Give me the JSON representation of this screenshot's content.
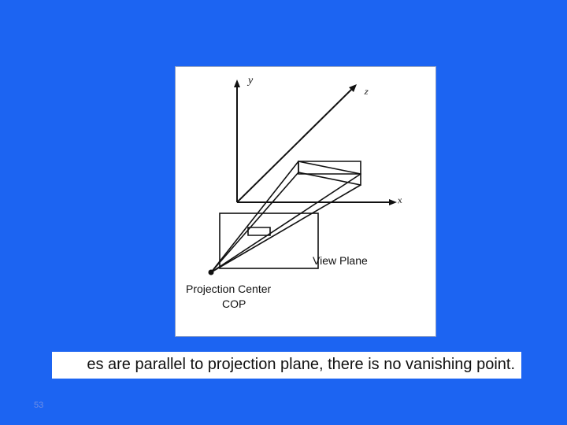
{
  "figure": {
    "axis_y": "y",
    "axis_z": "z",
    "axis_x": "x",
    "view_plane_label": "View Plane",
    "projection_center_label": "Projection Center",
    "cop_label": "COP"
  },
  "caption": "es are parallel to projection plane, there is no vanishing point.",
  "page_number": "53",
  "colors": {
    "background": "#1c64f2",
    "panel": "#ffffff",
    "line": "#111111"
  }
}
